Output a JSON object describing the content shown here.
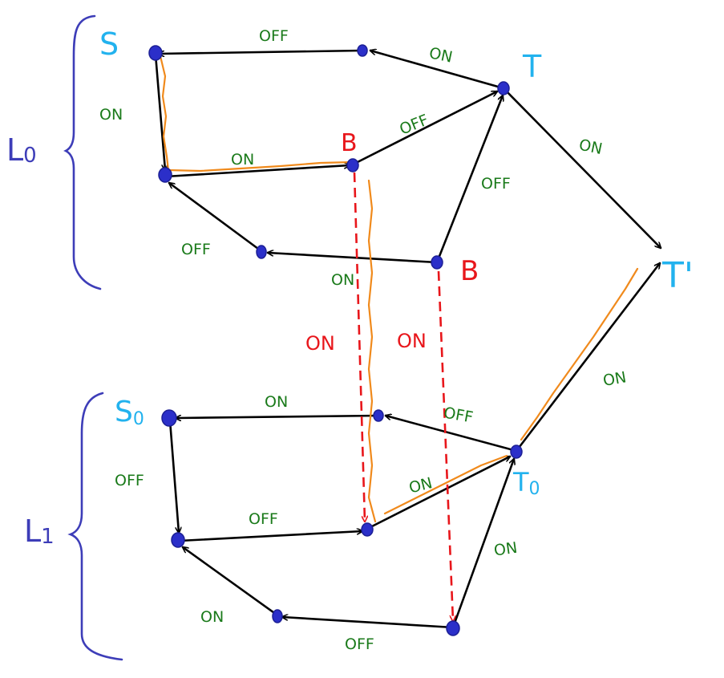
{
  "layers": {
    "top": "L",
    "top_sub": "0",
    "bottom": "L",
    "bottom_sub": "1"
  },
  "nodes": {
    "s": "S",
    "t": "T",
    "b_upper": "B",
    "b_lower": "B",
    "t_prime": "T'",
    "s0": "S",
    "s0_sub": "0",
    "t0": "T",
    "t0_sub": "0"
  },
  "edges": {
    "top_s_in": "OFF",
    "top_t_left": "ON",
    "top_s_down": "ON",
    "top_mid_right": "ON",
    "top_b_t": "OFF",
    "top_t_tprime": "ON",
    "top_b2_t": "OFF",
    "top_back_left": "OFF",
    "top_b2_left": "ON",
    "bot_s0_in": "ON",
    "bot_t0_left": "OFF",
    "bot_t0_tprime": "ON",
    "bot_s0_down": "OFF",
    "bot_mid_right": "OFF",
    "bot_mid_t0": "ON",
    "bot_b_t0": "ON",
    "bot_back_left": "ON",
    "bot_b_left": "OFF"
  },
  "cross": {
    "left": "ON",
    "right": "ON"
  },
  "colors": {
    "edge": "#000000",
    "node": "#2b2fc9",
    "edge_label": "#1a7a1a",
    "cross_edge": "#e8161b",
    "highlight_path": "#f08a1c",
    "node_label_cyan": "#22b2ee",
    "brace": "#3d3db8"
  }
}
